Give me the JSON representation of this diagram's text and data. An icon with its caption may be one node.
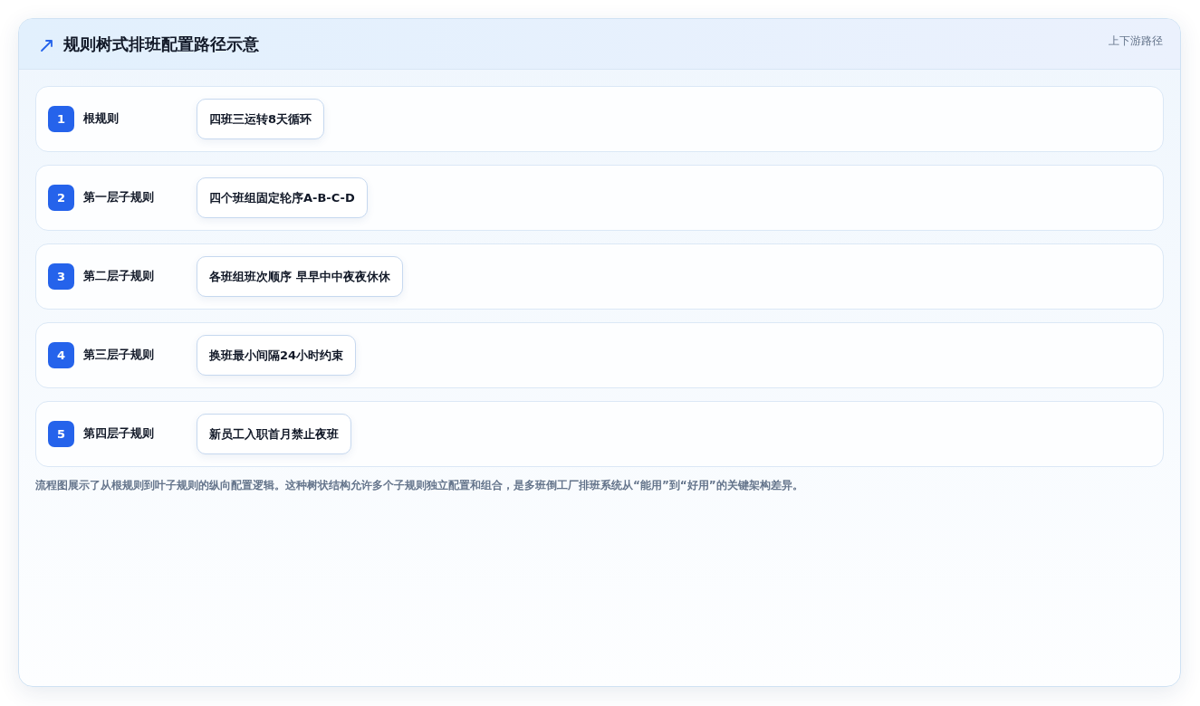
{
  "diagram": {
    "title": "规则树式排班配置路径示意",
    "caption": "流程图展示了从根规则到叶子规则的纵向配置逻辑。这种树状结构允许多个子规则独立配置和组合，是多班倒工厂排班系统从“能用”到“好用”的关键架构差异。",
    "nodes": [
      {
        "text": [
          "根规则"
        ]
      },
      {
        "text": [
          "1"
        ],
        "in": 0
      },
      {
        "text": [
          "四班三运转8天循环"
        ],
        "in": 0
      },
      {
        "text": [
          "第一层子规则"
        ]
      },
      {
        "text": [
          "2"
        ],
        "in": 3
      },
      {
        "text": [
          "四个班组固定轮序A-B-C-D"
        ],
        "in": 3
      },
      {
        "text": [
          "第二层子规则"
        ]
      },
      {
        "text": [
          "3"
        ],
        "in": 6
      },
      {
        "text": [
          "各班组班次顺序 早早中中夜夜休休"
        ],
        "in": 6
      },
      {
        "text": [
          "第三层子规则"
        ]
      },
      {
        "text": [
          "4"
        ],
        "in": 9
      },
      {
        "text": [
          "换班最小间隔24小时约束"
        ],
        "in": 9
      },
      {
        "text": [
          "第四层子规则"
        ]
      },
      {
        "text": [
          "5"
        ],
        "in": 12
      },
      {
        "text": [
          "新员工入职首月禁止夜班"
        ],
        "in": 12
      }
    ],
    "labels": [
      "上下游路径"
    ]
  }
}
